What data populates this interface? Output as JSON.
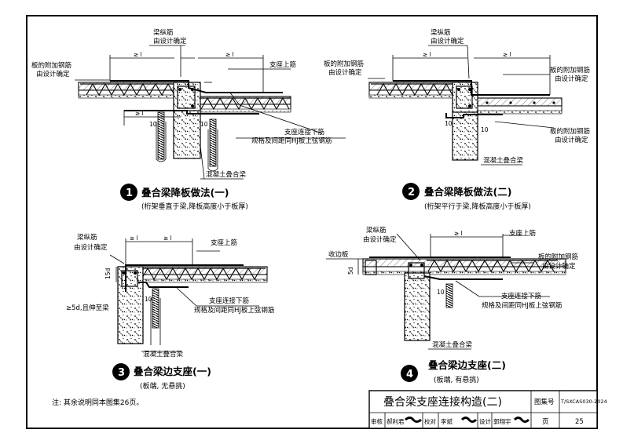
{
  "labels": {
    "beam_long_bar": "梁纵筋",
    "by_design": "由设计确定",
    "support_top_bar": "支座上筋",
    "support_bottom_bar": "支座连接下筋",
    "same_as_chord": "规格及间距同HJ板上弦钢筋",
    "slab_extra_bar": "板的附加钢筋",
    "composite_beam": "混凝土叠合梁",
    "edge_form": "收边板",
    "anchor_5d": "≥5d,且伸至梁",
    "dim_la": "≥ l",
    "dim_la_sub": "a",
    "dim_15d": "15d",
    "dim_5d": "5d",
    "dim_10": "10"
  },
  "details": [
    {
      "num": "1",
      "caption": "叠合梁降板做法(一)",
      "sub": "(桁架垂直于梁,降板高度小于板厚)"
    },
    {
      "num": "2",
      "caption": "叠合梁降板做法(二)",
      "sub": "(桁架平行于梁,降板高度小于板厚)"
    },
    {
      "num": "3",
      "caption": "叠合梁边支座(一)",
      "sub": "(板端, 无悬挑)"
    },
    {
      "num": "4",
      "caption": "叠合梁边支座(二)",
      "sub": "(板端, 有悬挑)"
    }
  ],
  "note": "注: 其余说明同本图集26页。",
  "title_block": {
    "title": "叠合梁支座连接构造(二)",
    "atlas_label": "图集号",
    "atlas_no": "T/SXCAS030-2024",
    "page_label": "页",
    "page_no": "25",
    "review_label": "审核",
    "reviewer": "郝利君",
    "check_label": "校对",
    "checker": "李斌",
    "design_label": "设计",
    "designer": "郭翔宇"
  }
}
